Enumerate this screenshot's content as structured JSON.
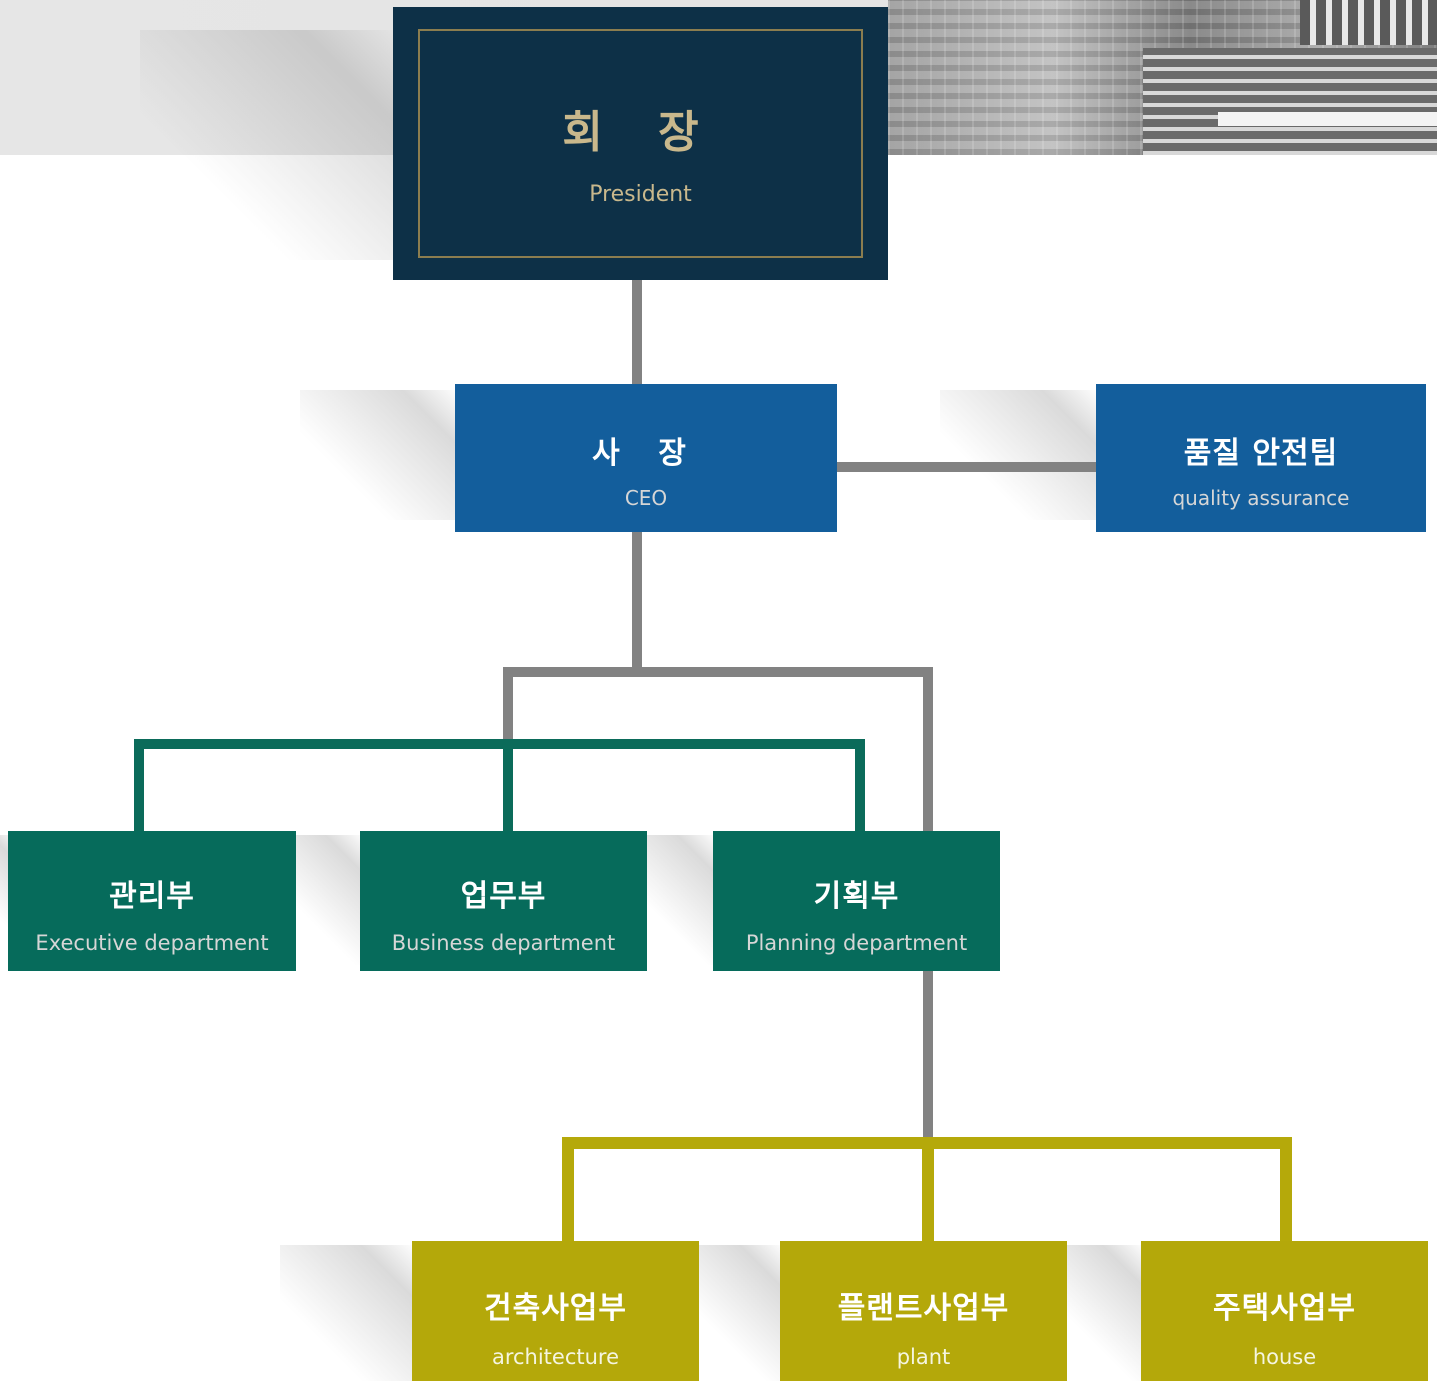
{
  "president": {
    "kr": "회 장",
    "en": "President"
  },
  "ceo": {
    "kr": "사 장",
    "en": "CEO"
  },
  "qa": {
    "kr": "품질 안전팀",
    "en": "quality assurance"
  },
  "departments": [
    {
      "kr": "관리부",
      "en": "Executive department"
    },
    {
      "kr": "업무부",
      "en": "Business department"
    },
    {
      "kr": "기획부",
      "en": "Planning department"
    }
  ],
  "business_units": [
    {
      "kr": "건축사업부",
      "en": "architecture"
    },
    {
      "kr": "플랜트사업부",
      "en": "plant"
    },
    {
      "kr": "주택사업부",
      "en": "house"
    }
  ],
  "colors": {
    "president_bg": "#0d3047",
    "president_text": "#c9b88c",
    "ceo_bg": "#135e9c",
    "department_bg": "#066b5b",
    "business_unit_bg": "#b4a80a",
    "connector_gray": "#828282",
    "connector_green": "#0b6b5a",
    "connector_olive": "#b5a90a"
  }
}
